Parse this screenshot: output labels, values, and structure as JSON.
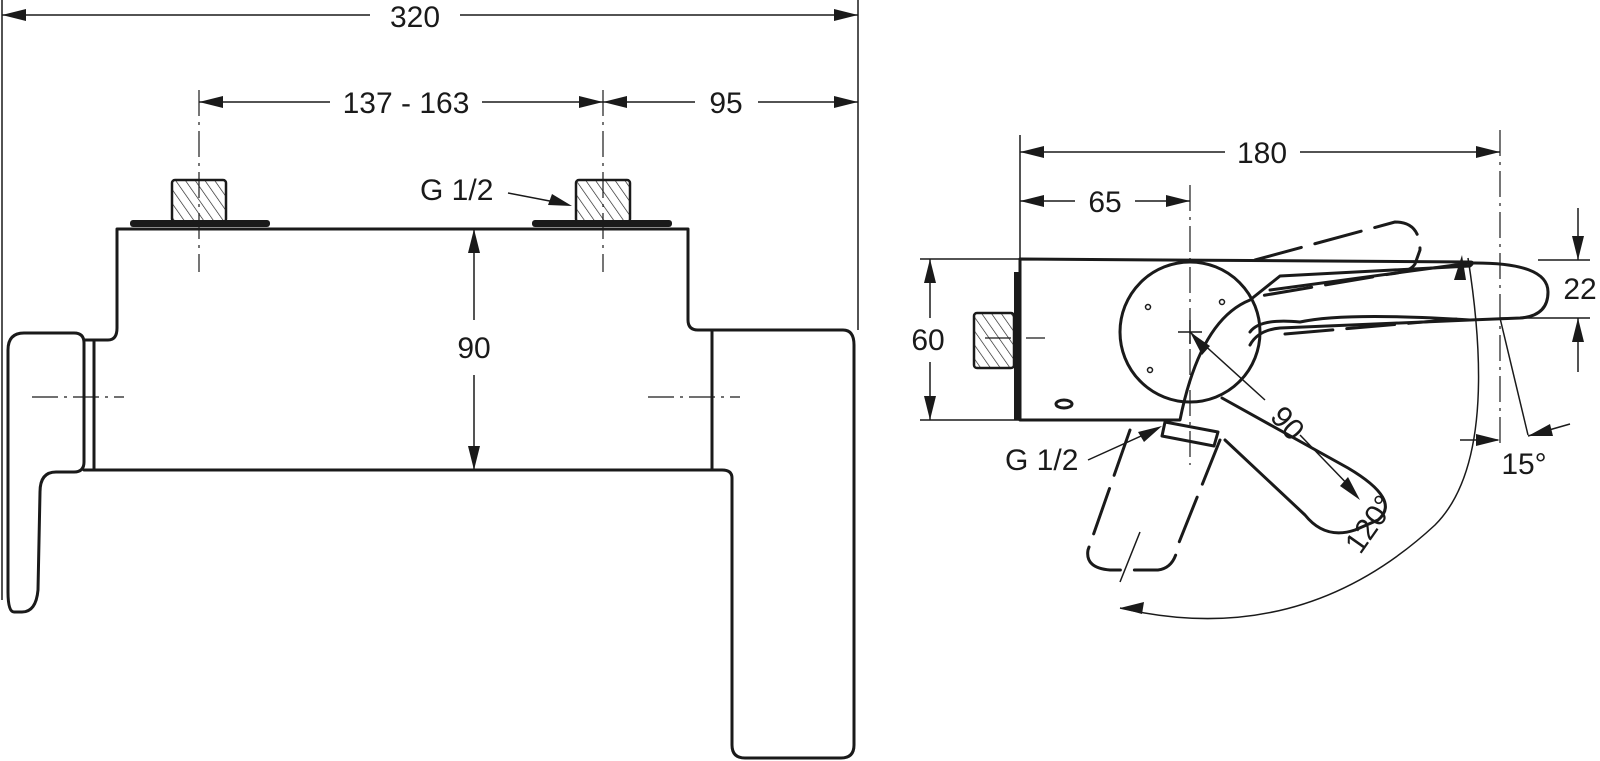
{
  "front_view": {
    "dimensions": {
      "overall_width": "320",
      "inlet_spacing": "137 - 163",
      "inlet_to_edge": "95",
      "body_height": "90"
    },
    "thread_label": "G 1/2"
  },
  "side_view": {
    "dimensions": {
      "overall_depth": "180",
      "inlet_depth": "65",
      "body_height": "60",
      "lever_thickness": "22",
      "lever_length": "90",
      "tilt_angle": "15°",
      "rotation_angle": "120°"
    },
    "thread_label": "G 1/2"
  },
  "colors": {
    "line": "#1a1a1a",
    "background": "#ffffff"
  }
}
